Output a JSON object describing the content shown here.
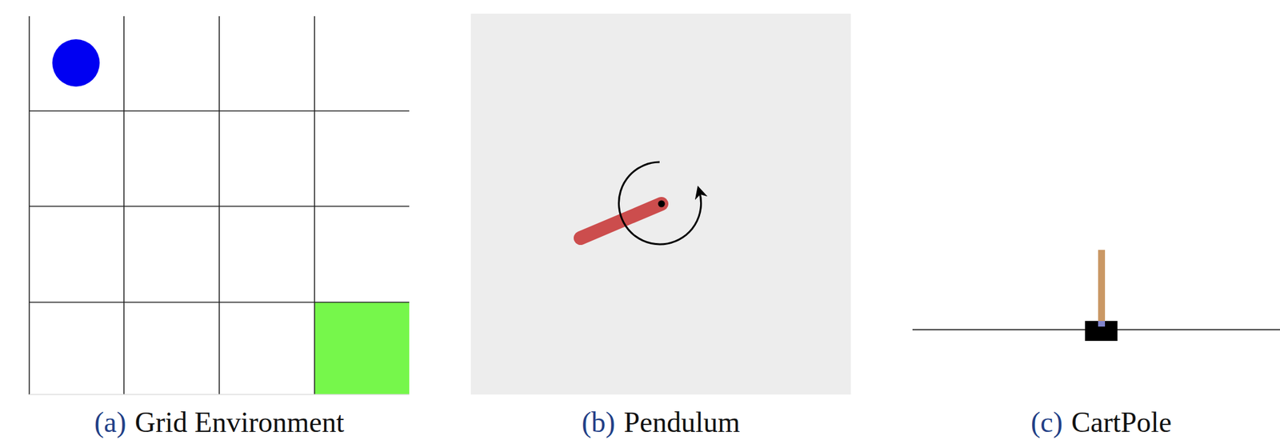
{
  "diagram": {
    "labels": [
      "(a)",
      "Grid Environment",
      "(b)",
      "Pendulum",
      "(c)",
      "CartPole"
    ]
  }
}
